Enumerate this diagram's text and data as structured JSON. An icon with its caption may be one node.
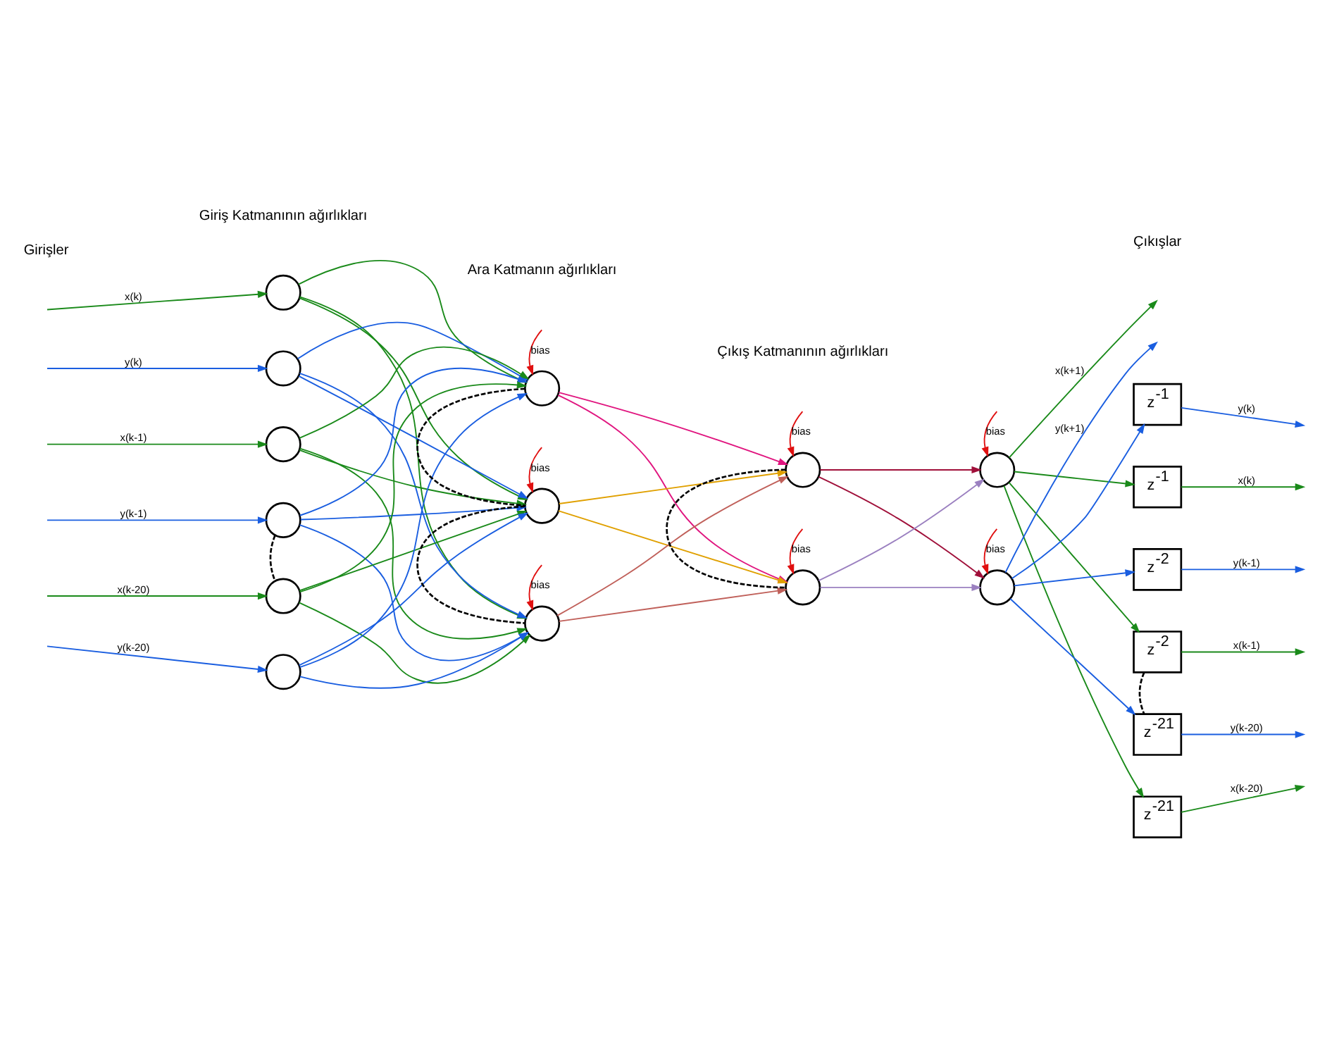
{
  "diagram": {
    "nodes": [
      {
        "text": [],
        "shape": "circle"
      },
      {
        "text": [],
        "shape": "circle"
      },
      {
        "text": [],
        "shape": "circle"
      },
      {
        "text": [],
        "shape": "circle"
      },
      {
        "text": [],
        "shape": "circle"
      },
      {
        "text": [],
        "shape": "circle"
      },
      {
        "text": [],
        "shape": "circle"
      },
      {
        "text": [],
        "shape": "circle"
      },
      {
        "text": [],
        "shape": "circle"
      },
      {
        "text": [],
        "shape": "circle"
      },
      {
        "text": [],
        "shape": "circle"
      },
      {
        "text": [],
        "shape": "circle"
      },
      {
        "text": [],
        "shape": "circle"
      },
      {
        "text": [
          "z$^{-1}$"
        ]
      },
      {
        "text": [
          "z$^{-1}$"
        ]
      },
      {
        "text": [
          "z$^{-2}$"
        ]
      },
      {
        "text": [
          "z$^{-2}$"
        ]
      },
      {
        "text": [
          "z$^{-21}$"
        ]
      },
      {
        "text": [
          "z$^{-21}$"
        ]
      }
    ],
    "edges": [
      {
        "from": null,
        "to": 0,
        "arrow": "to",
        "label": "x(k)",
        "color": "#1a8a1a"
      },
      {
        "from": null,
        "to": 1,
        "arrow": "to",
        "label": "y(k)",
        "color": "#1a5ee0"
      },
      {
        "from": null,
        "to": 2,
        "arrow": "to",
        "label": "x(k-1)",
        "color": "#1a8a1a"
      },
      {
        "from": null,
        "to": 3,
        "arrow": "to",
        "label": "y(k-1)",
        "color": "#1a5ee0"
      },
      {
        "from": null,
        "to": 4,
        "arrow": "to",
        "label": "x(k-20)",
        "color": "#1a8a1a"
      },
      {
        "from": null,
        "to": 5,
        "arrow": "to",
        "label": "y(k-20)",
        "color": "#1a5ee0"
      },
      {
        "from": 3,
        "to": 4,
        "arrow": "none",
        "style": "dashed",
        "color": "#000000"
      },
      {
        "from": 0,
        "to": 6,
        "arrow": "to",
        "color": "#1a8a1a"
      },
      {
        "from": 0,
        "to": 7,
        "arrow": "to",
        "color": "#1a8a1a"
      },
      {
        "from": 0,
        "to": 8,
        "arrow": "to",
        "color": "#1a8a1a"
      },
      {
        "from": 1,
        "to": 6,
        "arrow": "to",
        "color": "#1a5ee0"
      },
      {
        "from": 1,
        "to": 7,
        "arrow": "to",
        "color": "#1a5ee0"
      },
      {
        "from": 1,
        "to": 8,
        "arrow": "to",
        "color": "#1a5ee0"
      },
      {
        "from": 2,
        "to": 6,
        "arrow": "to",
        "color": "#1a8a1a"
      },
      {
        "from": 2,
        "to": 7,
        "arrow": "to",
        "color": "#1a8a1a"
      },
      {
        "from": 2,
        "to": 8,
        "arrow": "to",
        "color": "#1a8a1a"
      },
      {
        "from": 3,
        "to": 6,
        "arrow": "to",
        "color": "#1a5ee0"
      },
      {
        "from": 3,
        "to": 7,
        "arrow": "to",
        "color": "#1a5ee0"
      },
      {
        "from": 3,
        "to": 8,
        "arrow": "to",
        "color": "#1a5ee0"
      },
      {
        "from": 4,
        "to": 6,
        "arrow": "to",
        "color": "#1a8a1a"
      },
      {
        "from": 4,
        "to": 7,
        "arrow": "to",
        "color": "#1a8a1a"
      },
      {
        "from": 4,
        "to": 8,
        "arrow": "to",
        "color": "#1a8a1a"
      },
      {
        "from": 5,
        "to": 6,
        "arrow": "to",
        "color": "#1a5ee0"
      },
      {
        "from": 5,
        "to": 7,
        "arrow": "to",
        "color": "#1a5ee0"
      },
      {
        "from": 5,
        "to": 8,
        "arrow": "to",
        "color": "#1a5ee0"
      },
      {
        "from": null,
        "to": 6,
        "arrow": "to",
        "label": "bias",
        "color": "#e01010"
      },
      {
        "from": null,
        "to": 7,
        "arrow": "to",
        "label": "bias",
        "color": "#e01010"
      },
      {
        "from": null,
        "to": 8,
        "arrow": "to",
        "label": "bias",
        "color": "#e01010"
      },
      {
        "from": 6,
        "to": 7,
        "arrow": "none",
        "style": "dashed",
        "color": "#000000"
      },
      {
        "from": 7,
        "to": 8,
        "arrow": "none",
        "style": "dashed",
        "color": "#000000"
      },
      {
        "from": 6,
        "to": 9,
        "arrow": "to",
        "color": "#e0157f"
      },
      {
        "from": 6,
        "to": 10,
        "arrow": "to",
        "color": "#e0157f"
      },
      {
        "from": 7,
        "to": 9,
        "arrow": "to",
        "color": "#e0a000"
      },
      {
        "from": 7,
        "to": 10,
        "arrow": "to",
        "color": "#e0a000"
      },
      {
        "from": 8,
        "to": 9,
        "arrow": "to",
        "color": "#c0605a"
      },
      {
        "from": 8,
        "to": 10,
        "arrow": "to",
        "color": "#c0605a"
      },
      {
        "from": null,
        "to": 9,
        "arrow": "to",
        "label": "bias",
        "color": "#e01010"
      },
      {
        "from": null,
        "to": 10,
        "arrow": "to",
        "label": "bias",
        "color": "#e01010"
      },
      {
        "from": 9,
        "to": 10,
        "arrow": "none",
        "style": "dashed",
        "color": "#000000"
      },
      {
        "from": 9,
        "to": 11,
        "arrow": "to",
        "color": "#a0103a"
      },
      {
        "from": 9,
        "to": 12,
        "arrow": "to",
        "color": "#a0103a"
      },
      {
        "from": 10,
        "to": 11,
        "arrow": "to",
        "color": "#9b80c0"
      },
      {
        "from": 10,
        "to": 12,
        "arrow": "to",
        "color": "#9b80c0"
      },
      {
        "from": 11,
        "to": null,
        "arrow": "to",
        "label": "x(k+1)",
        "color": "#1a8a1a"
      },
      {
        "from": 11,
        "to": 14,
        "arrow": "to",
        "color": "#1a8a1a"
      },
      {
        "from": 11,
        "to": 16,
        "arrow": "to",
        "color": "#1a8a1a"
      },
      {
        "from": 11,
        "to": 18,
        "arrow": "to",
        "color": "#1a8a1a"
      },
      {
        "from": null,
        "to": 11,
        "arrow": "to",
        "label": "bias",
        "color": "#e01010"
      },
      {
        "from": 12,
        "to": null,
        "arrow": "to",
        "label": "y(k+1)",
        "color": "#1a5ee0"
      },
      {
        "from": 12,
        "to": 13,
        "arrow": "to",
        "color": "#1a5ee0"
      },
      {
        "from": 12,
        "to": 15,
        "arrow": "to",
        "color": "#1a5ee0"
      },
      {
        "from": 12,
        "to": 17,
        "arrow": "to",
        "color": "#1a5ee0"
      },
      {
        "from": null,
        "to": 12,
        "arrow": "to",
        "label": "bias",
        "color": "#e01010"
      },
      {
        "from": 16,
        "to": 17,
        "arrow": "none",
        "style": "dashed",
        "color": "#000000"
      },
      {
        "from": 13,
        "to": null,
        "arrow": "to",
        "label": "y(k)",
        "color": "#1a5ee0"
      },
      {
        "from": 14,
        "to": null,
        "arrow": "to",
        "label": "x(k)",
        "color": "#1a8a1a"
      },
      {
        "from": 15,
        "to": null,
        "arrow": "to",
        "label": "y(k-1)",
        "color": "#1a5ee0"
      },
      {
        "from": 16,
        "to": null,
        "arrow": "to",
        "label": "x(k-1)",
        "color": "#1a8a1a"
      },
      {
        "from": 17,
        "to": null,
        "arrow": "to",
        "label": "y(k-20)",
        "color": "#1a5ee0"
      },
      {
        "from": 18,
        "to": null,
        "arrow": "to",
        "label": "x(k-20)",
        "color": "#1a8a1a"
      }
    ],
    "labels": [
      "Giriş Katmanının ağırlıkları",
      "Ara Katmanın ağırlıkları",
      "Çıkış Katmanının ağırlıkları",
      "Girişler",
      "Çıkışlar"
    ]
  }
}
